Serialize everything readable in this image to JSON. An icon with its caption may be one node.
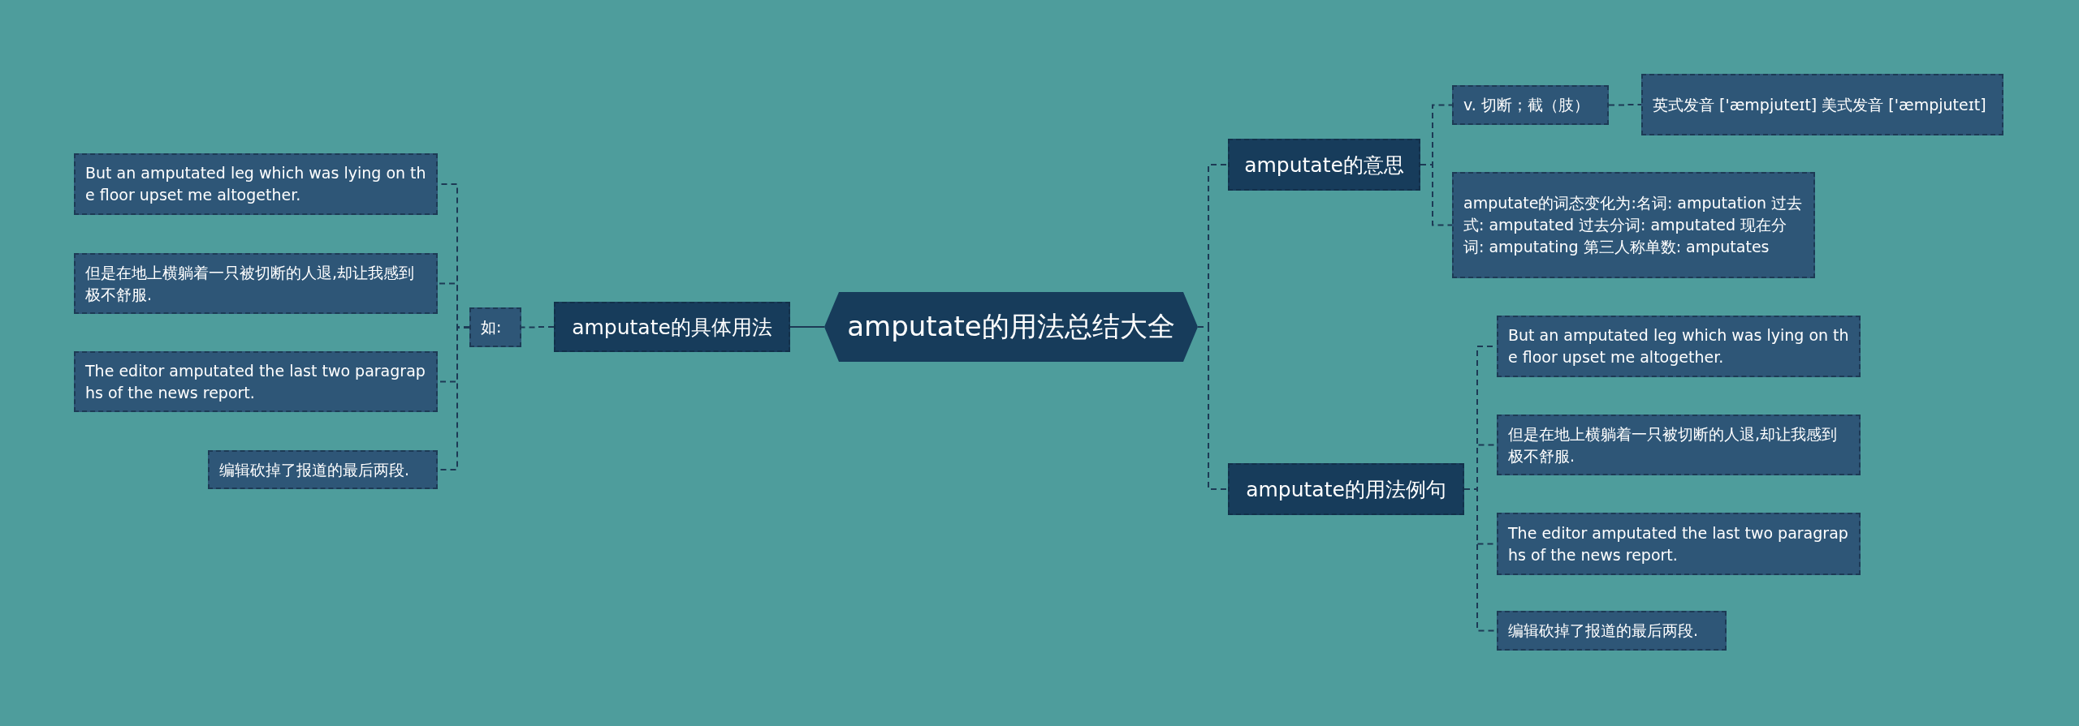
{
  "diagram": {
    "nodes": [
      {
        "text": [
          "amputate的用法总结大全"
        ]
      },
      {
        "text": [
          "amputate的具体用法"
        ]
      },
      {
        "text": [
          "如:"
        ]
      },
      {
        "text": [
          "But an amputated leg which was lying on the floor upset me altogether."
        ]
      },
      {
        "text": [
          "但是在地上横躺着一只被切断的人退,却让我感到极不舒服."
        ]
      },
      {
        "text": [
          "The editor amputated the last two paragraphs of the news report."
        ]
      },
      {
        "text": [
          "编辑砍掉了报道的最后两段."
        ]
      },
      {
        "text": [
          "amputate的意思"
        ]
      },
      {
        "text": [
          "v. 切断；截（肢）"
        ]
      },
      {
        "text": [
          "英式发音 ['æmpjuteɪt] 美式发音 ['æmpjuteɪt]"
        ]
      },
      {
        "text": [
          "amputate的词态变化为:名词: amputation 过去式: amputated 过去分词: amputated 现在分词: amputating 第三人称单数: amputates"
        ]
      },
      {
        "text": [
          "amputate的用法例句"
        ]
      },
      {
        "text": [
          "But an amputated leg which was lying on the floor upset me altogether."
        ]
      },
      {
        "text": [
          "但是在地上横躺着一只被切断的人退,却让我感到极不舒服."
        ]
      },
      {
        "text": [
          "The editor amputated the last two paragraphs of the news report."
        ]
      },
      {
        "text": [
          "编辑砍掉了报道的最后两段."
        ]
      }
    ],
    "edges": [
      {
        "from": 0,
        "to": 1,
        "arrow": "none"
      },
      {
        "from": 1,
        "to": 2,
        "arrow": "none",
        "style": "dashed"
      },
      {
        "from": 2,
        "to": 3,
        "arrow": "none",
        "style": "dashed"
      },
      {
        "from": 2,
        "to": 4,
        "arrow": "none",
        "style": "dashed"
      },
      {
        "from": 2,
        "to": 5,
        "arrow": "none",
        "style": "dashed"
      },
      {
        "from": 2,
        "to": 6,
        "arrow": "none",
        "style": "dashed"
      },
      {
        "from": 0,
        "to": 7,
        "arrow": "none",
        "style": "dashed"
      },
      {
        "from": 7,
        "to": 8,
        "arrow": "none",
        "style": "dashed"
      },
      {
        "from": 8,
        "to": 9,
        "arrow": "none",
        "style": "dashed"
      },
      {
        "from": 7,
        "to": 10,
        "arrow": "none",
        "style": "dashed"
      },
      {
        "from": 0,
        "to": 11,
        "arrow": "none",
        "style": "dashed"
      },
      {
        "from": 11,
        "to": 12,
        "arrow": "none",
        "style": "dashed"
      },
      {
        "from": 11,
        "to": 13,
        "arrow": "none",
        "style": "dashed"
      },
      {
        "from": 11,
        "to": 14,
        "arrow": "none",
        "style": "dashed"
      },
      {
        "from": 11,
        "to": 15,
        "arrow": "none",
        "style": "dashed"
      }
    ]
  }
}
